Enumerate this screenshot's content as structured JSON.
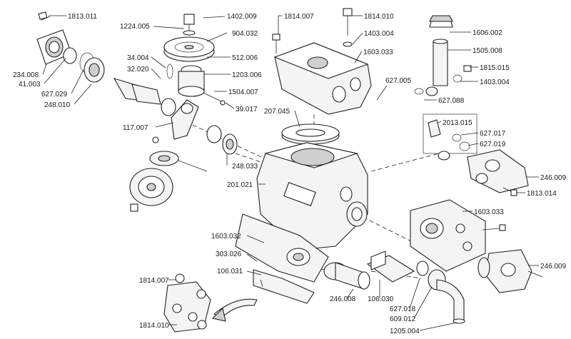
{
  "parts": [
    "1813.011",
    "1224.005",
    "1402.009",
    "904.032",
    "512.006",
    "1203.006",
    "1504.007",
    "39.017",
    "34.004",
    "32.020",
    "117.007",
    "234.008",
    "41.003",
    "627.029",
    "248.010",
    "1814.007",
    "1814.010",
    "1403.004",
    "1603.033",
    "627.005",
    "207.045",
    "627.088",
    "1606.002",
    "1505.008",
    "1815.015",
    "1403.004",
    "2013.015",
    "627.017",
    "627.019",
    "246.009",
    "1813.014",
    "248.033",
    "201.021",
    "1603.033",
    "1603.032",
    "303.026",
    "106.031",
    "1814.007",
    "1814.010",
    "246.008",
    "106.030",
    "627.018",
    "609.012",
    "1205.004",
    "246.009"
  ]
}
